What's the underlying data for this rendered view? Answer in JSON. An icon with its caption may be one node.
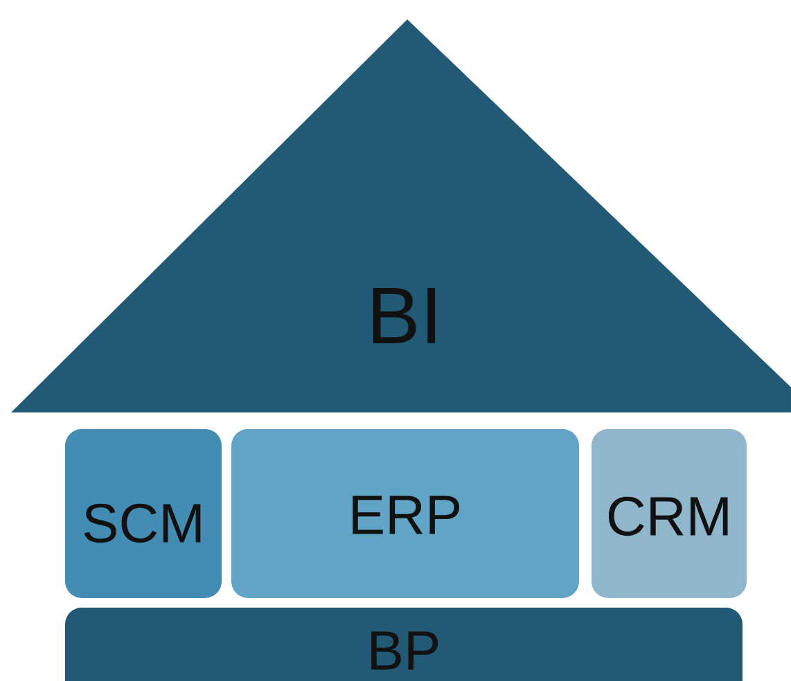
{
  "diagram": {
    "nodes": [
      {
        "text": [
          "BI"
        ]
      },
      {
        "text": [
          "SCM"
        ]
      },
      {
        "text": [
          "ERP"
        ]
      },
      {
        "text": [
          "CRM"
        ]
      },
      {
        "text": [
          "BP"
        ]
      }
    ]
  }
}
